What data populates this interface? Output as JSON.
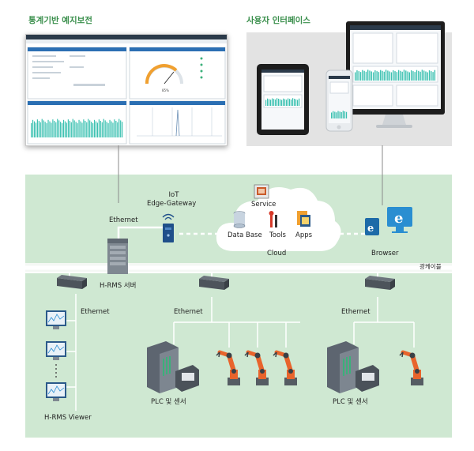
{
  "sections": {
    "stats_title": "통계기반 예지보전",
    "ui_title": "사용자 인터페이스"
  },
  "dashboard": {
    "gauge_value": "85%"
  },
  "network": {
    "iot_gateway": [
      "IoT",
      "Edge-Gateway"
    ],
    "ethernet_top": "Ethernet",
    "hrms_server": "H-RMS 서버",
    "cloud": "Cloud",
    "service": "Service",
    "database": "Data Base",
    "tools": "Tools",
    "apps": "Apps",
    "browser": "Browser",
    "fiber": "광케이블",
    "ethernet_left": "Ethernet",
    "ethernet_mid": "Ethernet",
    "ethernet_right": "Ethernet",
    "plc_mid": "PLC 및 센서",
    "plc_right": "PLC 및 센서",
    "viewer": "H-RMS Viewer"
  },
  "colors": {
    "band": "#cfe8d2",
    "title_green": "#3a8f4c",
    "line": "#ffffff",
    "robot_orange": "#e8642c",
    "server_gray": "#5d6570",
    "teal_bars": "#39c0b0"
  }
}
